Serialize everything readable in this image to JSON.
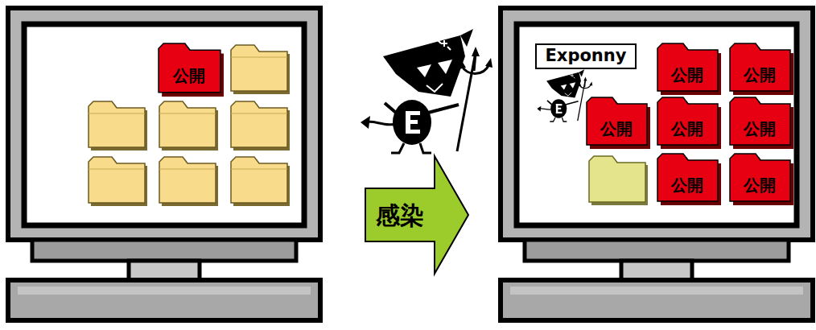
{
  "diagram": {
    "nodes": [
      {
        "text": [
          "公開"
        ]
      },
      {
        "text": [
          "感染"
        ]
      },
      {
        "text": [
          "Exponny"
        ]
      },
      {
        "text": [
          "公開"
        ]
      },
      {
        "text": [
          "公開"
        ]
      },
      {
        "text": [
          "公開"
        ]
      },
      {
        "text": [
          "公開"
        ]
      },
      {
        "text": [
          "公開"
        ]
      },
      {
        "text": [
          "公開"
        ]
      },
      {
        "text": [
          "公開"
        ]
      }
    ]
  }
}
